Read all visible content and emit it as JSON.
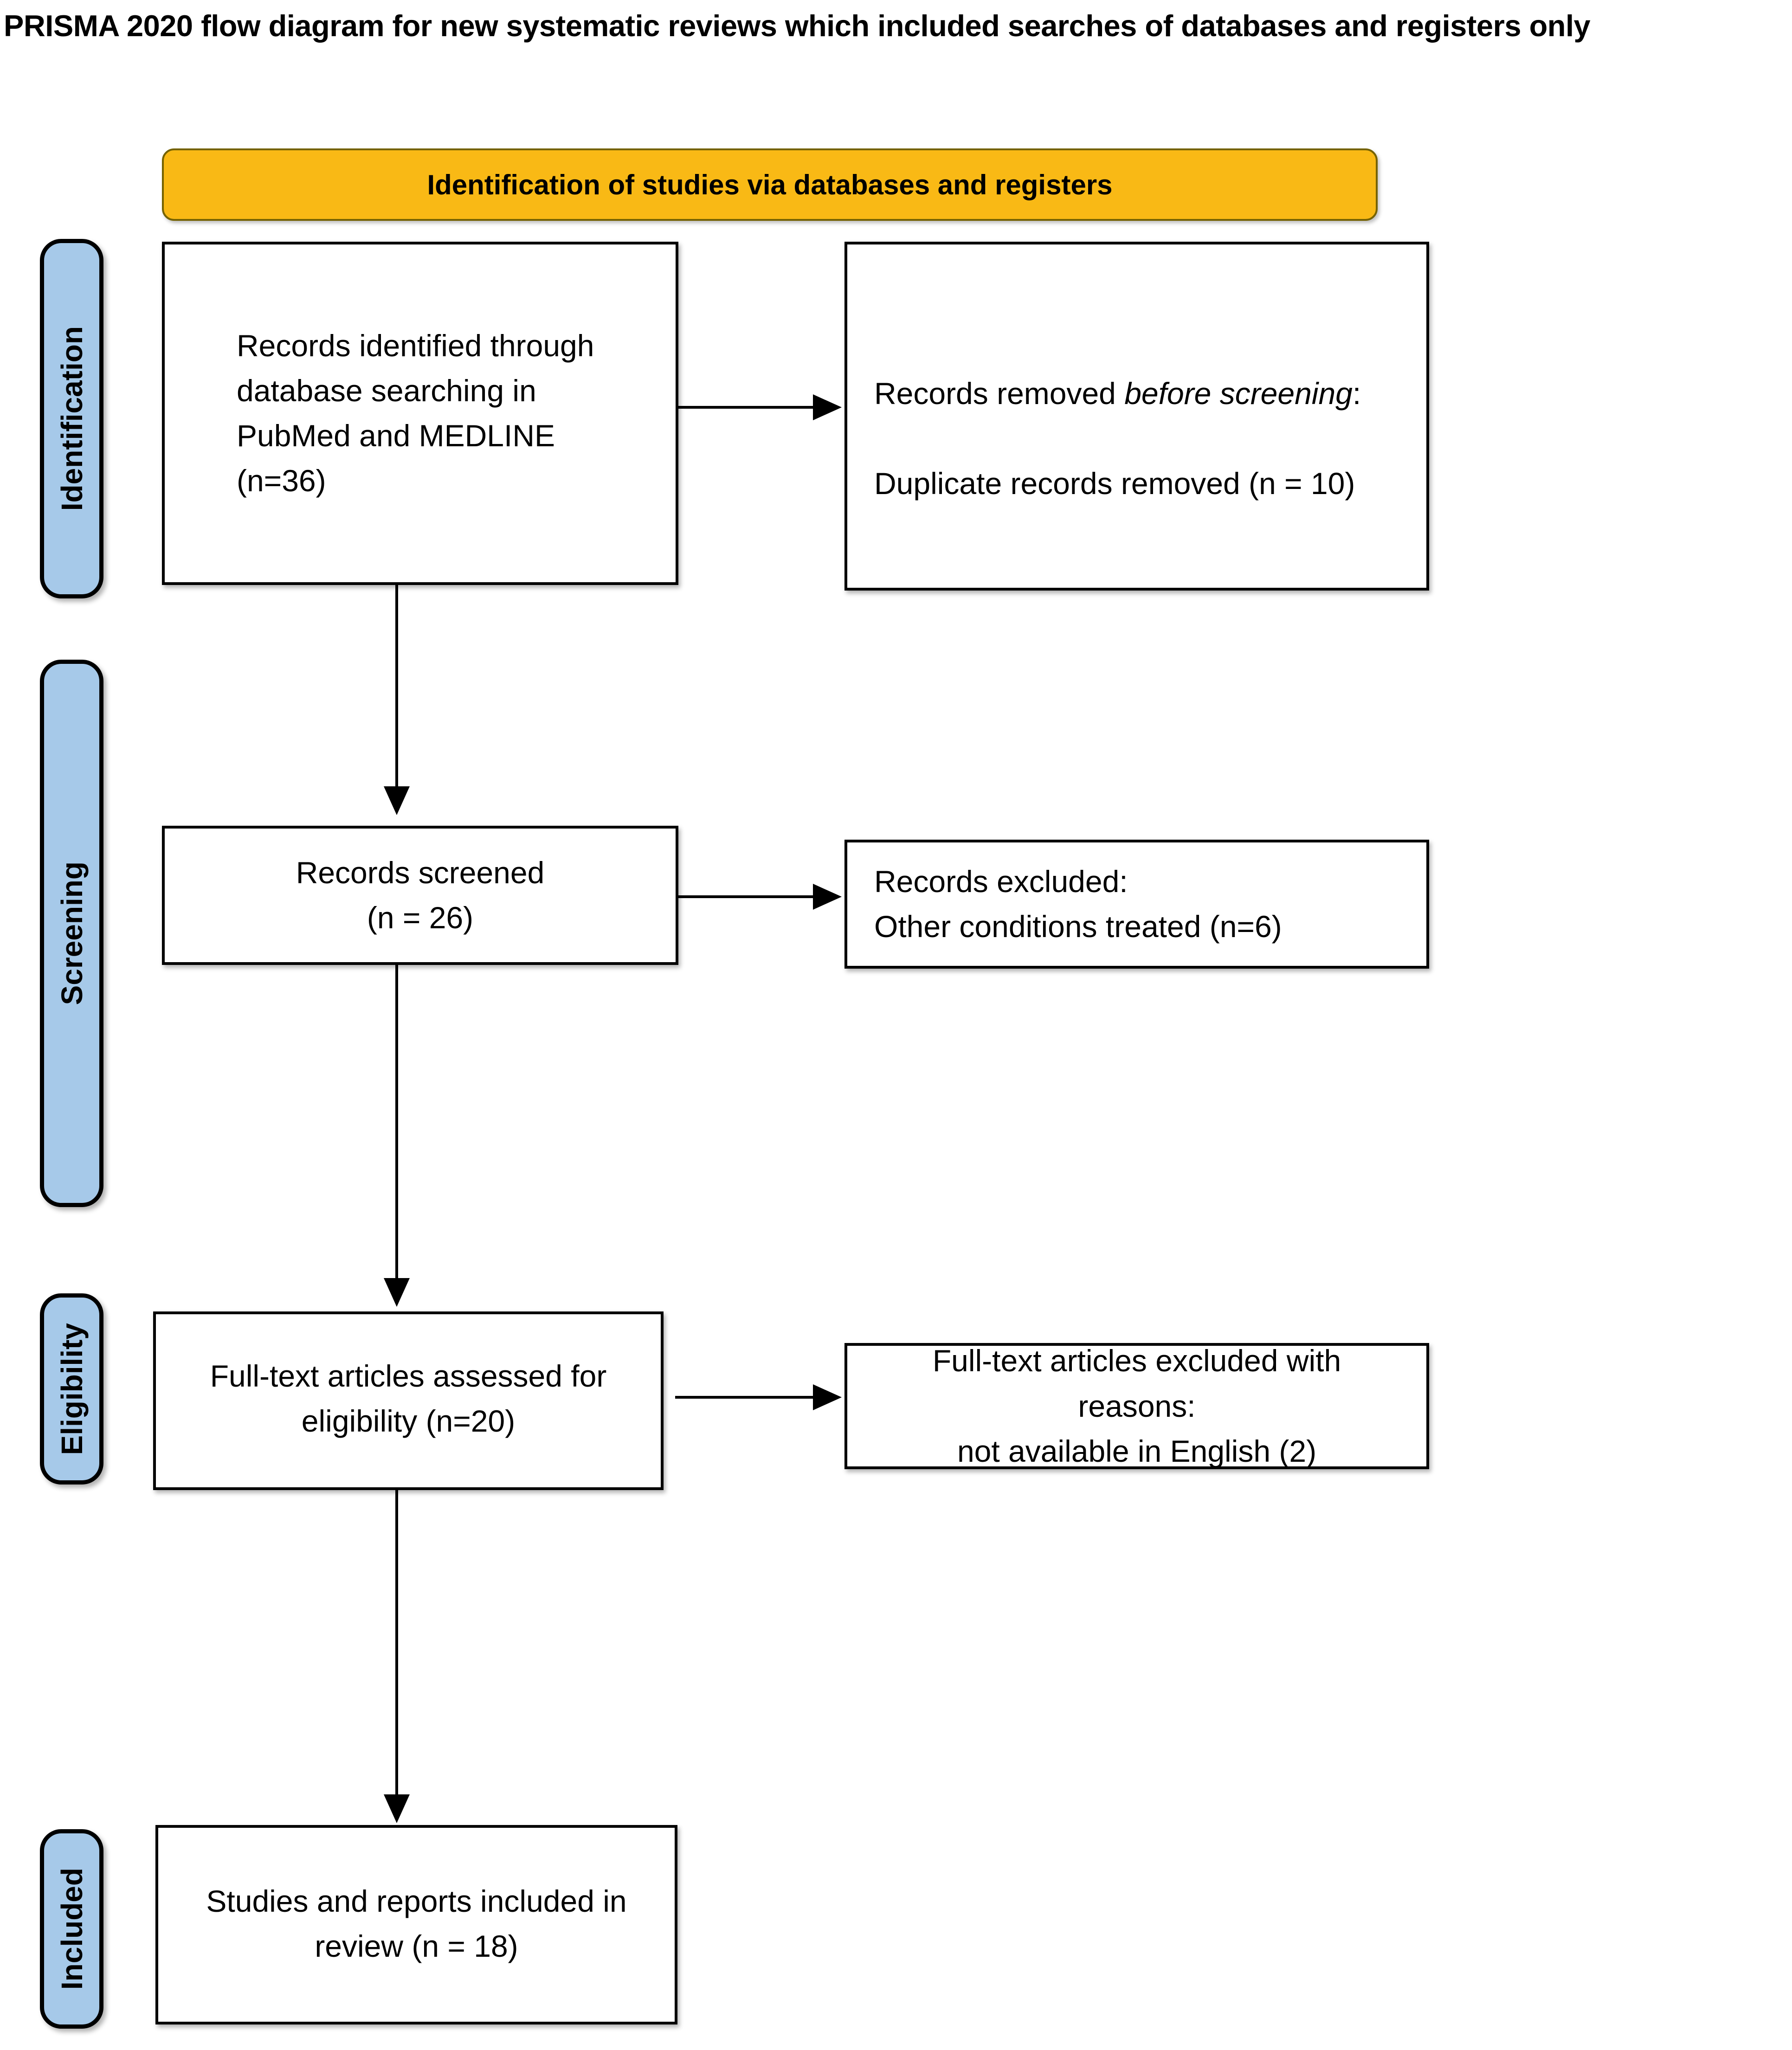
{
  "title": "PRISMA 2020 flow diagram for new systematic reviews which included searches of databases and registers only",
  "banner": {
    "label": "Identification of studies via databases and registers"
  },
  "stages": [
    {
      "label": "Identification"
    },
    {
      "label": "Screening"
    },
    {
      "label": "Eligibility"
    },
    {
      "label": "Included"
    }
  ],
  "boxes": {
    "identified": {
      "text": "Records identified through\ndatabase searching in\nPubMed and MEDLINE\n(n=36)"
    },
    "removed": {
      "line1_prefix": "Records removed ",
      "line1_italic": "before screening",
      "line1_suffix": ":",
      "line2": "Duplicate records removed (n = 10)"
    },
    "screened": {
      "text": "Records screened\n(n = 26)"
    },
    "excluded": {
      "text": "Records excluded:\nOther conditions treated (n=6)"
    },
    "fulltext_assessed": {
      "text": "Full-text articles assessed for\neligibility (n=20)"
    },
    "fulltext_excluded": {
      "text": "Full-text articles excluded with\nreasons:\nnot available in English (2)"
    },
    "included_review": {
      "text": "Studies and reports included in\nreview (n = 18)"
    }
  },
  "colors": {
    "banner_fill": "#F9B915",
    "banner_border": "#756200",
    "stage_fill": "#A6C9E9",
    "stage_border": "#000000",
    "box_border": "#000000",
    "arrow": "#000000",
    "text": "#000000"
  }
}
